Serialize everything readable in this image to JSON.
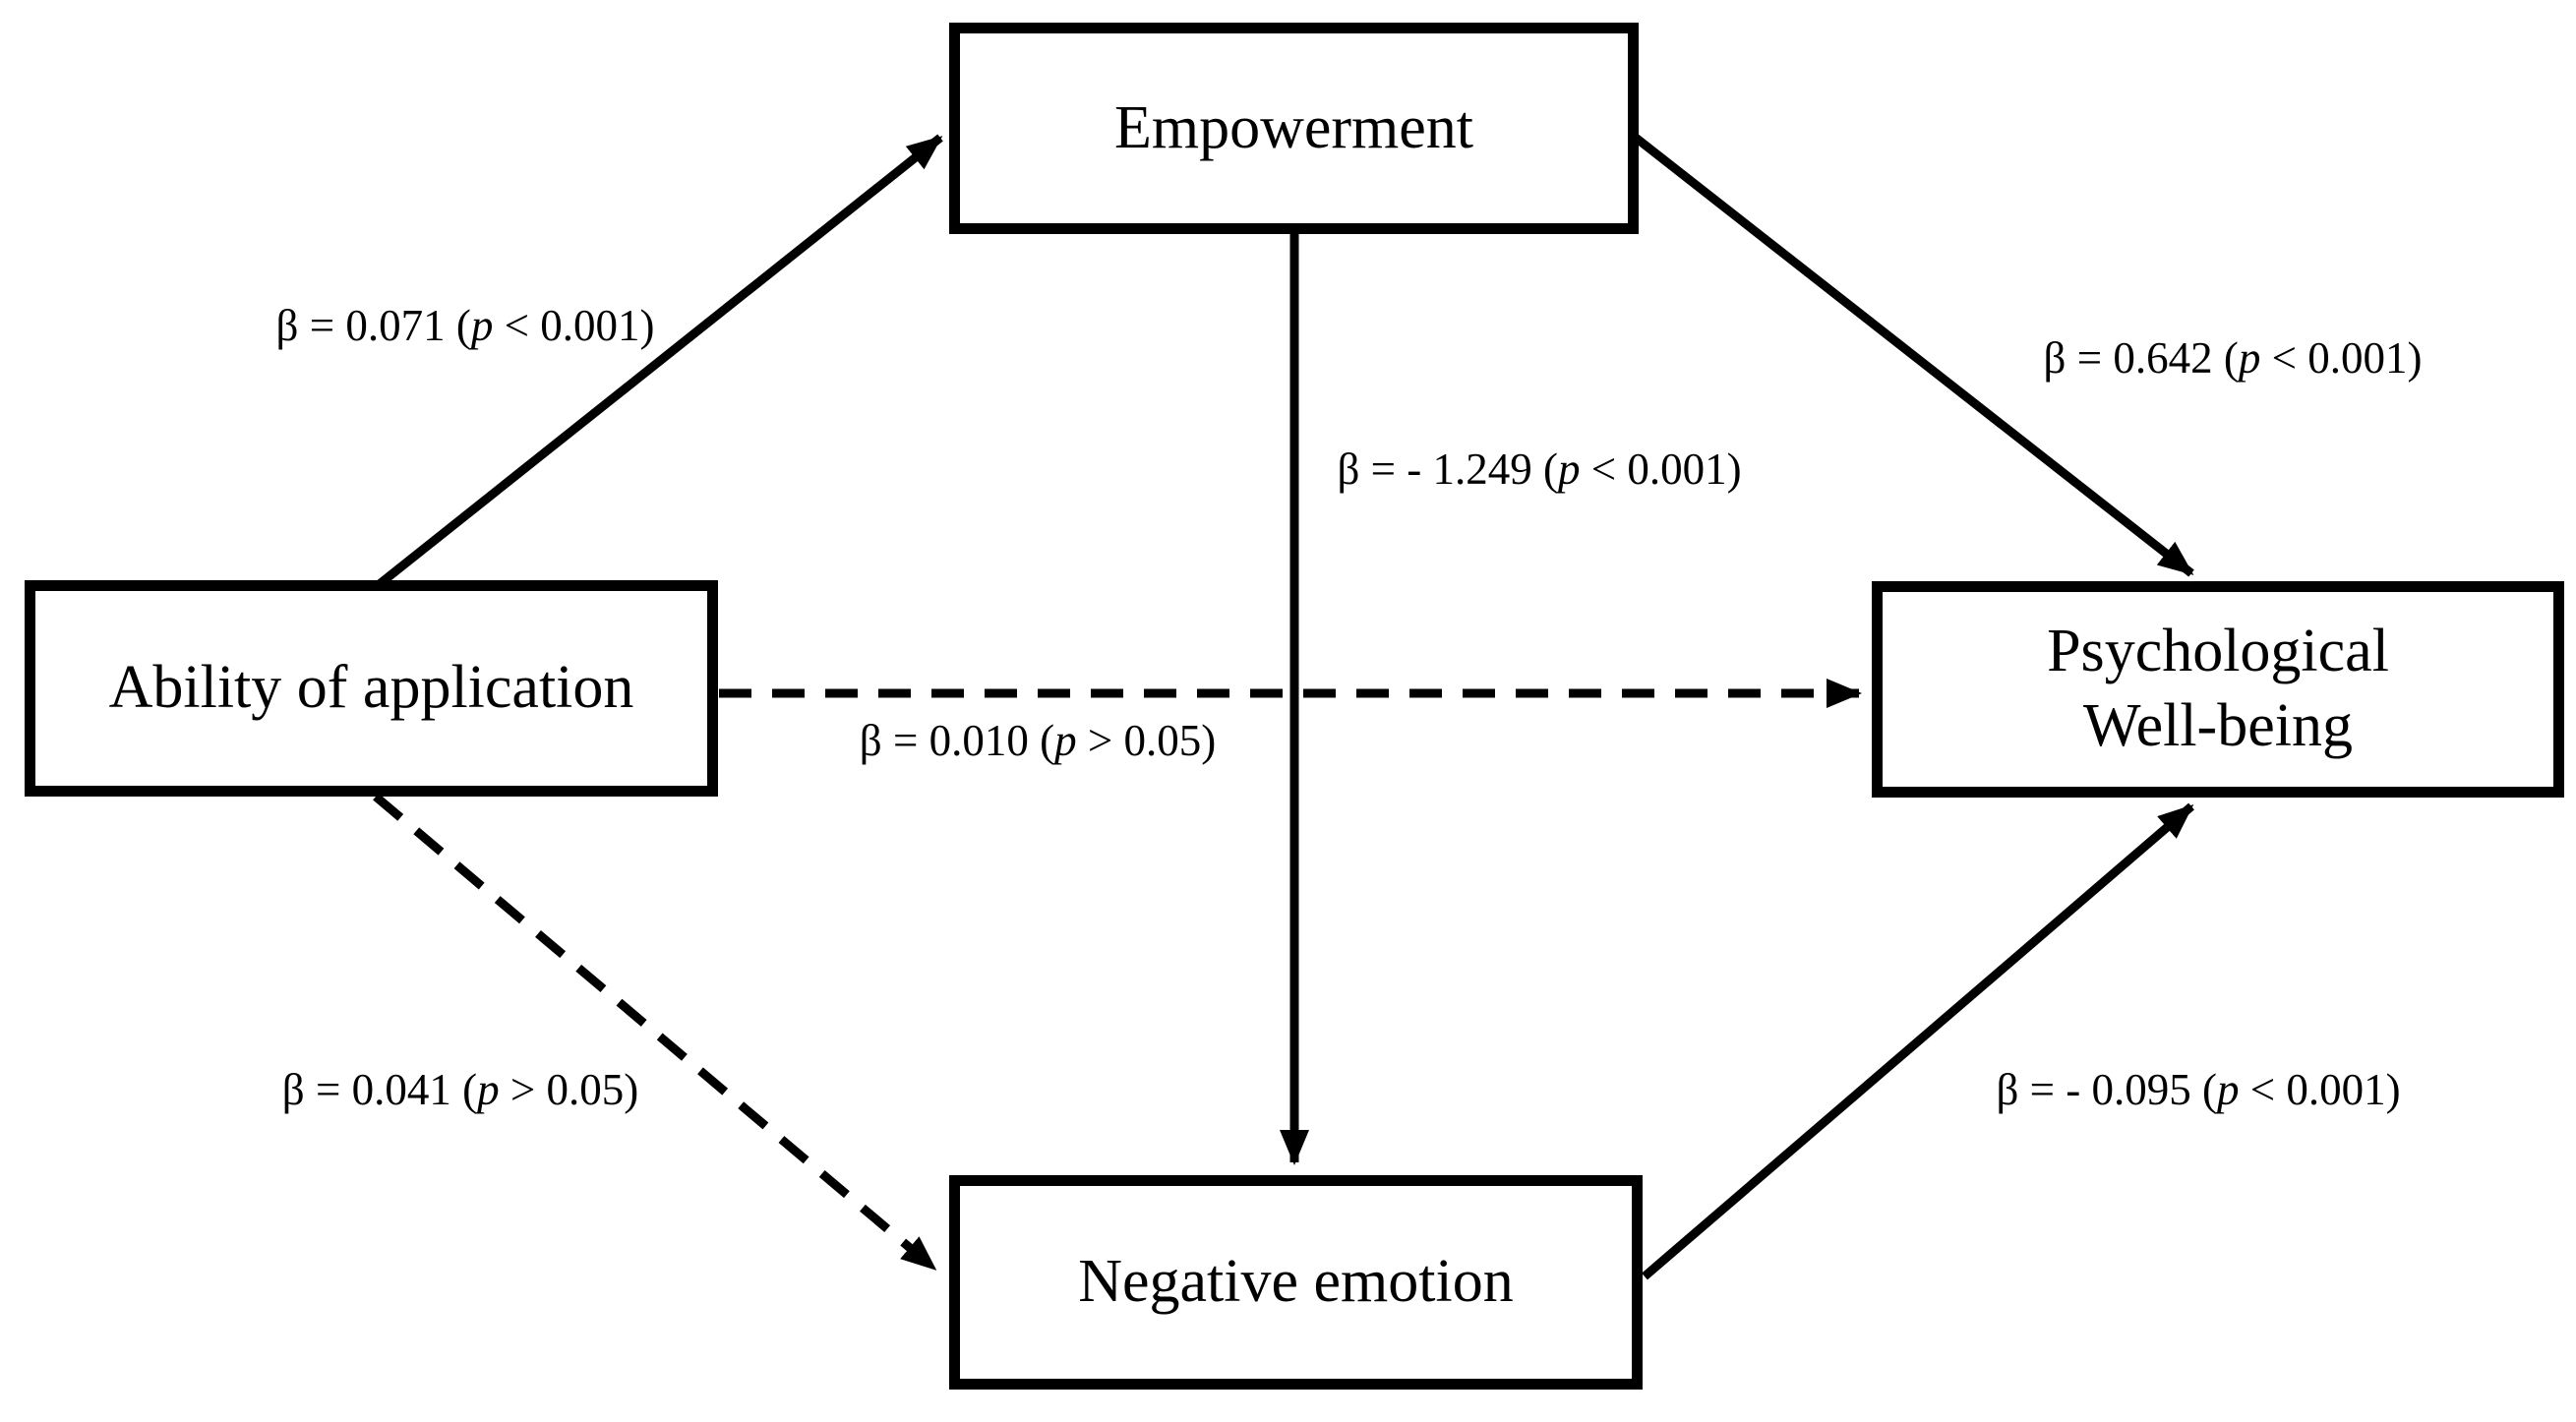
{
  "figure": {
    "type": "path-diagram",
    "background_color": "#ffffff",
    "line_color": "#000000",
    "text_color": "#000000",
    "box_fill_color": "#ffffff"
  },
  "nodes": {
    "empowerment": {
      "label": "Empowerment"
    },
    "ability": {
      "label": "Ability of application"
    },
    "pwb": {
      "line1": "Psychological",
      "line2": "Well-being"
    },
    "negative": {
      "label": "Negative emotion"
    }
  },
  "edges": {
    "ability_to_empowerment": {
      "style": "solid",
      "label": "β = 0.071 (p < 0.001)",
      "parts": [
        "β = 0.071 (",
        "p",
        " < 0.001)"
      ]
    },
    "empowerment_to_pwb": {
      "style": "solid",
      "label": "β = 0.642 (p < 0.001)",
      "parts": [
        "β = 0.642 (",
        "p",
        " < 0.001)"
      ]
    },
    "empowerment_to_negative": {
      "style": "solid",
      "label": "β = - 1.249 (p < 0.001)",
      "parts": [
        "β = - 1.249 (",
        "p",
        " < 0.001)"
      ]
    },
    "ability_to_pwb": {
      "style": "dashed",
      "label": "β = 0.010 (p > 0.05)",
      "parts": [
        "β = 0.010 (",
        "p",
        " > 0.05)"
      ]
    },
    "ability_to_negative": {
      "style": "dashed",
      "label": "β = 0.041 (p > 0.05)",
      "parts": [
        "β = 0.041 (",
        "p",
        " > 0.05)"
      ]
    },
    "negative_to_pwb": {
      "style": "solid",
      "label": "β = - 0.095 (p < 0.001)",
      "parts": [
        "β = - 0.095 (",
        "p",
        " < 0.001)"
      ]
    }
  }
}
